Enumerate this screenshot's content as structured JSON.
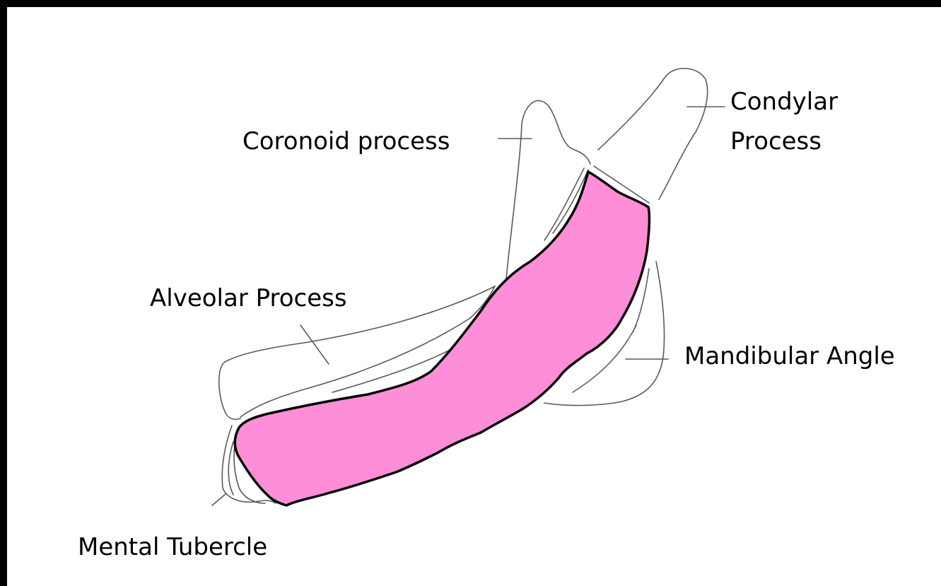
{
  "colors": {
    "background_border": "#000000",
    "panel": "#ffffff",
    "highlight_fill": "#ff8ed8",
    "highlight_stroke": "#000000",
    "bone_stroke": "#5a5a5a"
  },
  "labels": {
    "coronoid": "Coronoid process",
    "condylar_line1": "Condylar",
    "condylar_line2": "Process",
    "alveolar": "Alveolar Process",
    "mandibular_angle": "Mandibular Angle",
    "mental_tubercle": "Mental Tubercle"
  }
}
